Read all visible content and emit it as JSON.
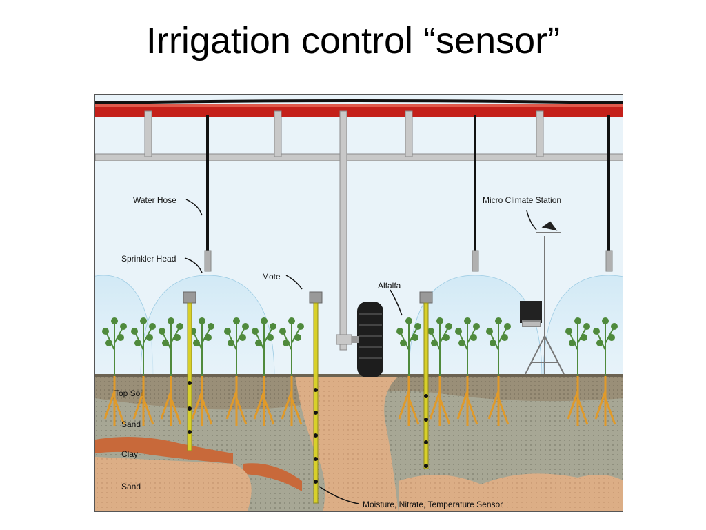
{
  "slide": {
    "title": "Irrigation control “sensor”"
  },
  "diagram": {
    "labels": {
      "water_hose": "Water Hose",
      "sprinkler_head": "Sprinkler Head",
      "mote": "Mote",
      "alfalfa": "Alfalfa",
      "micro_climate_station": "Micro Climate Station",
      "top_soil": "Top Soil",
      "sand_upper": "Sand",
      "clay": "Clay",
      "sand_lower": "Sand",
      "sensor": "Moisture, Nitrate, Temperature Sensor"
    },
    "colors": {
      "sky": "#e9f3f9",
      "pipe_red": "#c4201a",
      "frame_gray": "#bfbfbf",
      "spray": "#b9dcef",
      "topsoil": "#9a8f78",
      "sand": "#dcae86",
      "clay": "#c8693a",
      "gravel_gray": "#a7a795",
      "probe_yellow": "#d8d02a",
      "plant_green": "#4f8a3c",
      "root_orange": "#e09a2a"
    }
  }
}
